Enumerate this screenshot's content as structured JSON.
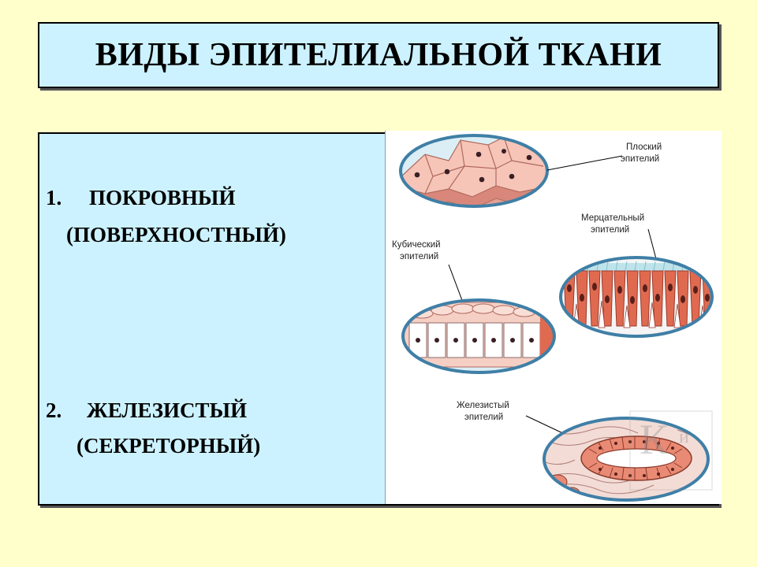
{
  "slide": {
    "title": "ВИДЫ ЭПИТЕЛИАЛЬНОЙ ТКАНИ",
    "items": [
      {
        "number": "1.",
        "name": "ПОКРОВНЫЙ",
        "subname": "(ПОВЕРХНОСТНЫЙ)"
      },
      {
        "number": "2.",
        "name": "ЖЕЛЕЗИСТЫЙ",
        "subname": "(СЕКРЕТОРНЫЙ)"
      }
    ]
  },
  "illustration": {
    "labels": {
      "flat_1": "Плоский",
      "flat_2": "эпителий",
      "ciliated_1": "Мерцательный",
      "ciliated_2": "эпителий",
      "cubic_1": "Кубический",
      "cubic_2": "эпителий",
      "glandular_1": "Железистый",
      "glandular_2": "эпителий"
    }
  },
  "colors": {
    "background": "#ffffcc",
    "panel": "#ccf2ff",
    "cell_pink": "#f2b8a8",
    "cell_red": "#e06a50",
    "rim_blue": "#3f7fa6"
  }
}
